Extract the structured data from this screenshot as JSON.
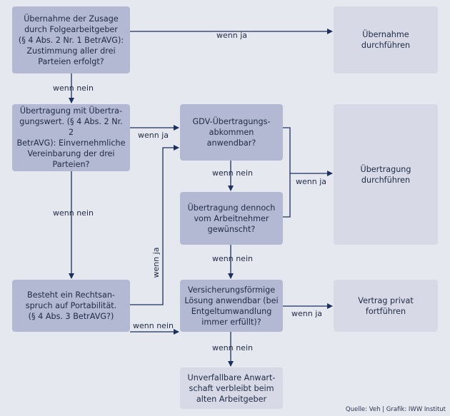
{
  "boxes": {
    "uebernahme_zusage": "Übernahme der Zusage\ndurch Folgearbeitgeber\n(§ 4 Abs. 2 Nr. 1 BetrAVG):\nZustimmung aller drei\nParteien erfolgt?",
    "uebernahme_durchfuehren": "Übernahme\ndurchführen",
    "uebertragung_uebertragungswert": "Übertragung mit Übertra-\ngungswert. (§ 4 Abs. 2 Nr. 2\nBetrAVG): Einvernehmliche\nVereinbarung der drei\nParteien?",
    "gdv_abkommen": "GDV-Übertragungs-\nabkommen anwendbar?",
    "uebertragung_durchfuehren": "Übertragung\ndurchführen",
    "uebertragung_dennoch": "Übertragung dennoch\nvom Arbeitnehmer\ngewünscht?",
    "rechtsanspruch_portabilitaet": "Besteht ein Rechtsan-\nspruch auf Portabilität.\n(§ 4 Abs. 3 BetrAVG?)",
    "versicherungsfoermige_loesung": "Versicherungsförmige\nLösung anwendbar (bei\nEntgeltumwandlung\nimmer erfüllt)?",
    "vertrag_privat": "Vertrag privat\nfortführen",
    "unverfallbare_anwartschaft": "Unverfallbare Anwart-\nschaft verbleibt beim\nalten Arbeitgeber"
  },
  "labels": {
    "yes": "wenn ja",
    "no": "wenn nein"
  },
  "colors": {
    "question_box": "#b3b9d2",
    "result_box": "#d7dae6",
    "background": "#e6e8ef",
    "line": "#1c2f5e"
  },
  "source": "Quelle: Veh | Grafik: IWW Institut"
}
